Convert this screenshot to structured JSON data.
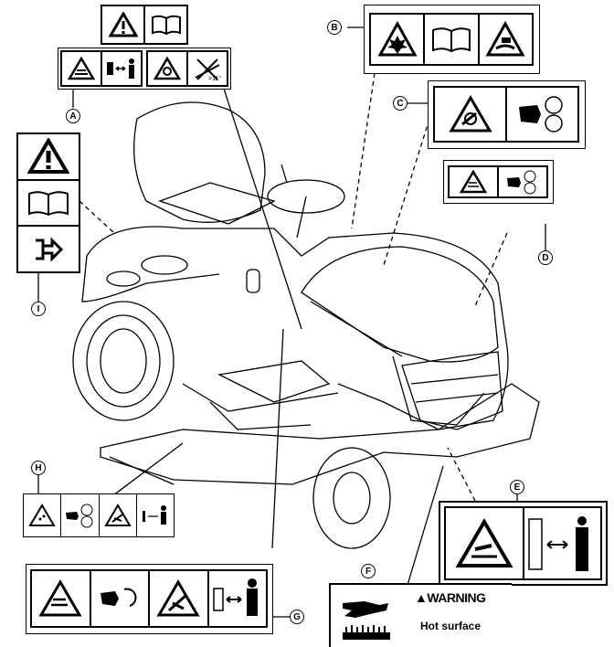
{
  "callouts": {
    "A": "A",
    "B": "B",
    "C": "C",
    "D": "D",
    "E": "E",
    "F": "F",
    "G": "G",
    "H": "H",
    "I": "I"
  },
  "label_f": {
    "title": "WARNING",
    "text": "Hot surface"
  },
  "colors": {
    "ink": "#000000",
    "paper": "#ffffff"
  }
}
